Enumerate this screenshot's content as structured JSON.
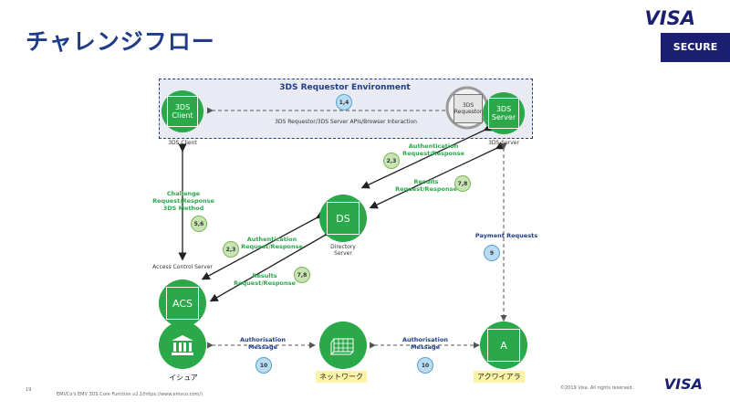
{
  "slide": {
    "title": "チャレンジフロー",
    "logo_top": "VISA",
    "secure_label": "SECURE",
    "page_number": "19",
    "footer_source": "EMVCo's  EMV 3DS Core Function v2.1(https://www.emvco.com/)",
    "copyright": "©2019 Visa. All rights reserved.",
    "logo_bottom": "VISA"
  },
  "environment": {
    "title": "3DS Requestor Environment",
    "interaction_label": "3DS Requestor/3DS Server APIs/Browser Interaction",
    "interaction_badge": "1,4"
  },
  "nodes": {
    "sds_client": {
      "inner": "3DS Client",
      "label": "3DS Client"
    },
    "requestor": {
      "inner": "3DS Requestor"
    },
    "sds_server": {
      "inner": "3DS Server",
      "label": "3DS Server"
    },
    "ds": {
      "inner": "DS",
      "label": "Directory Server"
    },
    "acs": {
      "inner": "ACS",
      "label": "Access Control Server"
    },
    "issuer": {
      "label": "イシュア"
    },
    "network": {
      "label": "ネットワーク"
    },
    "acquirer": {
      "inner": "A",
      "label": "アクワイアラ"
    }
  },
  "flows": {
    "challenge": {
      "label": "Challenge Request/Response 3DS Method",
      "badge": "5,6"
    },
    "auth_top": {
      "label": "Authentication Request/Response",
      "badge": "2,3"
    },
    "results_top": {
      "label": "Results Request/Response",
      "badge": "7,8"
    },
    "auth_bottom": {
      "label": "Authentication Request/Response",
      "badge": "2,3"
    },
    "results_bottom": {
      "label": "Results Request/Response",
      "badge": "7,8"
    },
    "payment": {
      "label": "Payment Requests",
      "badge": "9"
    },
    "authorisation_left": {
      "label": "Authorisation Message",
      "badge": "10"
    },
    "authorisation_right": {
      "label": "Authorisation Message",
      "badge": "10"
    }
  },
  "colors": {
    "node_green": "#2aa84a",
    "env_fill": "#e9ebf4",
    "visa_blue": "#1a1f71",
    "highlight_yellow": "#fdf3a6"
  }
}
